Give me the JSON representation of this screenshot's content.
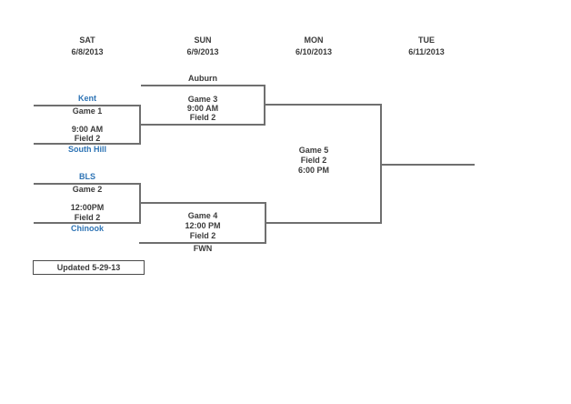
{
  "header": {
    "columns": [
      {
        "day": "SAT",
        "date": "6/8/2013"
      },
      {
        "day": "SUN",
        "date": "6/9/2013"
      },
      {
        "day": "MON",
        "date": "6/10/2013"
      },
      {
        "day": "TUE",
        "date": "6/11/2013"
      }
    ]
  },
  "bracket": {
    "games": [
      {
        "label": "Game 1",
        "time": "9:00 AM",
        "field": "Field 2",
        "top_team": "Kent",
        "bottom_team": "South Hill"
      },
      {
        "label": "Game 2",
        "time": "12:00PM",
        "field": "Field 2",
        "top_team": "BLS",
        "bottom_team": "Chinook"
      },
      {
        "label": "Game 3",
        "time": "9:00 AM",
        "field": "Field 2",
        "top_team": "Auburn"
      },
      {
        "label": "Game 4",
        "time": "12:00 PM",
        "field": "Field 2",
        "bottom_team": "FWN"
      },
      {
        "label": "Game 5",
        "time": "6:00 PM",
        "field": "Field 2"
      }
    ]
  },
  "footer": {
    "updated": "Updated 5-29-13"
  },
  "colors": {
    "team_link": "#2e74b5",
    "bracket_line": "#6f6f6f",
    "text": "#3b3b3b",
    "background": "#ffffff"
  }
}
